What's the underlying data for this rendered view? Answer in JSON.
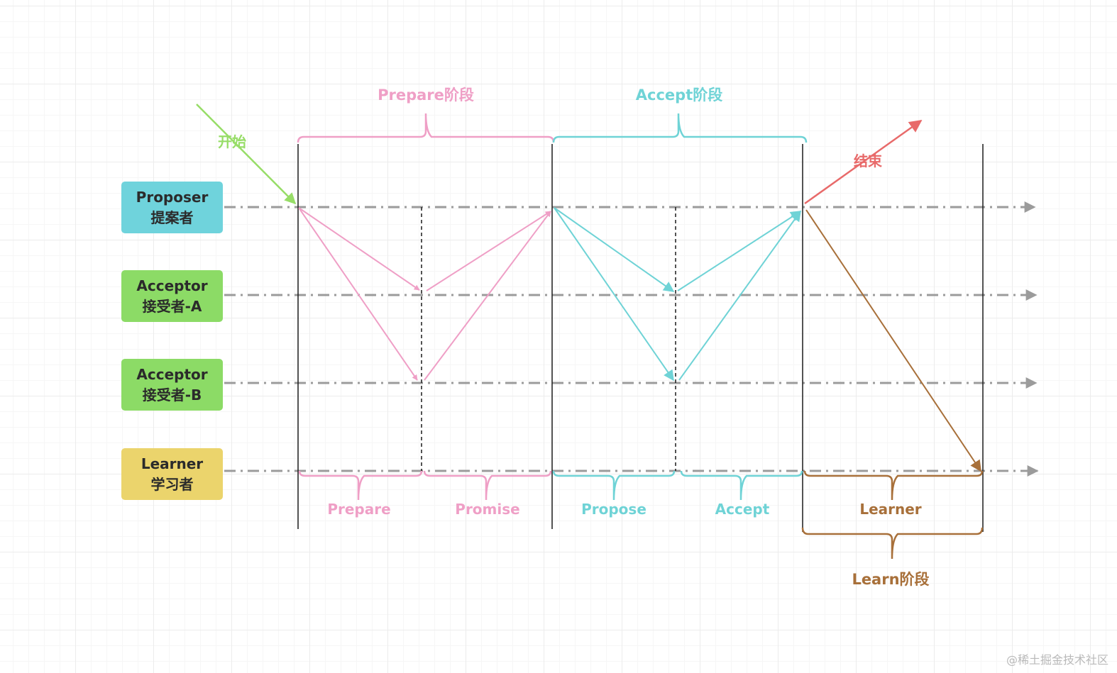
{
  "colors": {
    "proposer": "#6fd3dc",
    "acceptor": "#8cdb66",
    "learner": "#ebd46c",
    "prepare": "#ef9fc6",
    "accept": "#6fd3d6",
    "start": "#97dd67",
    "end": "#e86a6a",
    "learn": "#a8703a",
    "timeline": "#9b9b9b"
  },
  "actors": [
    {
      "name": "Proposer",
      "cn": "提案者"
    },
    {
      "name": "Acceptor",
      "cn": "接受者-A"
    },
    {
      "name": "Acceptor",
      "cn": "接受者-B"
    },
    {
      "name": "Learner",
      "cn": "学习者"
    }
  ],
  "phases": {
    "prepare": "Prepare阶段",
    "accept": "Accept阶段",
    "learn": "Learn阶段"
  },
  "steps": {
    "prepare": "Prepare",
    "promise": "Promise",
    "propose": "Propose",
    "accept": "Accept",
    "learner": "Learner"
  },
  "markers": {
    "start": "开始",
    "end": "结束"
  },
  "watermark": "@稀土掘金技术社区"
}
